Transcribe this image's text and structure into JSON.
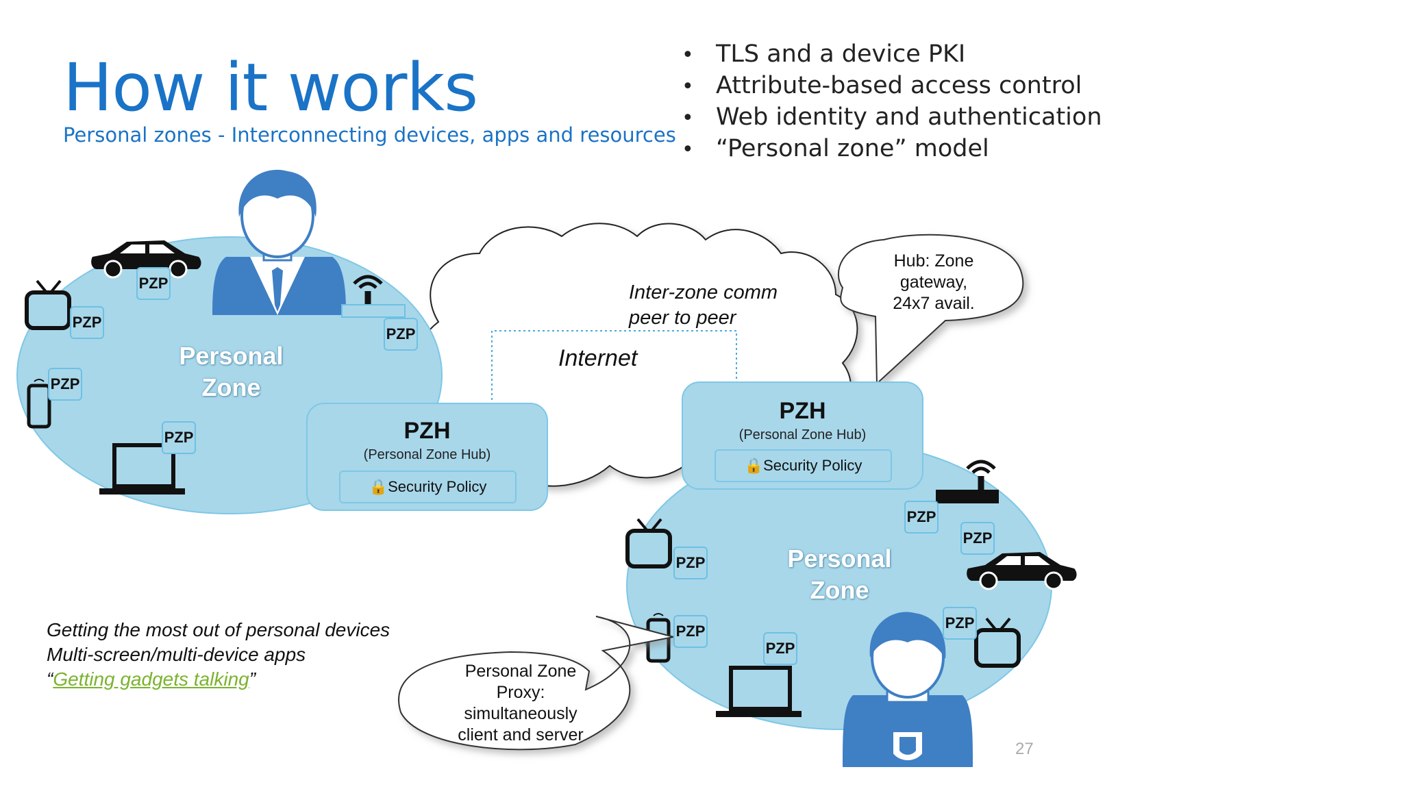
{
  "slide": {
    "title": "How it works",
    "subtitle": "Personal zones - Interconnecting devices, apps and resources",
    "bullets": [
      "TLS and a device PKI",
      "Attribute-based access control",
      "Web identity and authentication",
      "“Personal zone” model"
    ],
    "page_number": "27"
  },
  "diagram": {
    "zone_label_line1": "Personal",
    "zone_label_line2": "Zone",
    "proxy_label": "PZP",
    "hub": {
      "title": "PZH",
      "subtitle": "(Personal Zone Hub)",
      "policy": "Security Policy"
    },
    "internet_label": "Internet",
    "interzone_line1": "Inter-zone comm",
    "interzone_line2": "peer to peer",
    "hub_callout": [
      "Hub: Zone",
      "gateway,",
      "24x7 avail."
    ],
    "proxy_callout": [
      "Personal Zone",
      "Proxy:",
      "simultaneously",
      "client and server"
    ]
  },
  "footnote": {
    "line1": "Getting the most out of personal devices",
    "line2": "Multi-screen/multi-device apps",
    "quote_open": "“",
    "link_text": "Getting gadgets talking",
    "quote_close": "”"
  },
  "colors": {
    "title_blue": "#1a73c6",
    "zone_fill": "#a8d7ea",
    "zone_border": "#7ec7e6",
    "person_blue": "#3f7fc4",
    "link_green": "#7ab32e"
  },
  "icons": [
    "person-icon",
    "car-icon",
    "tv-icon",
    "phone-icon",
    "laptop-icon",
    "router-icon",
    "lock-icon"
  ]
}
